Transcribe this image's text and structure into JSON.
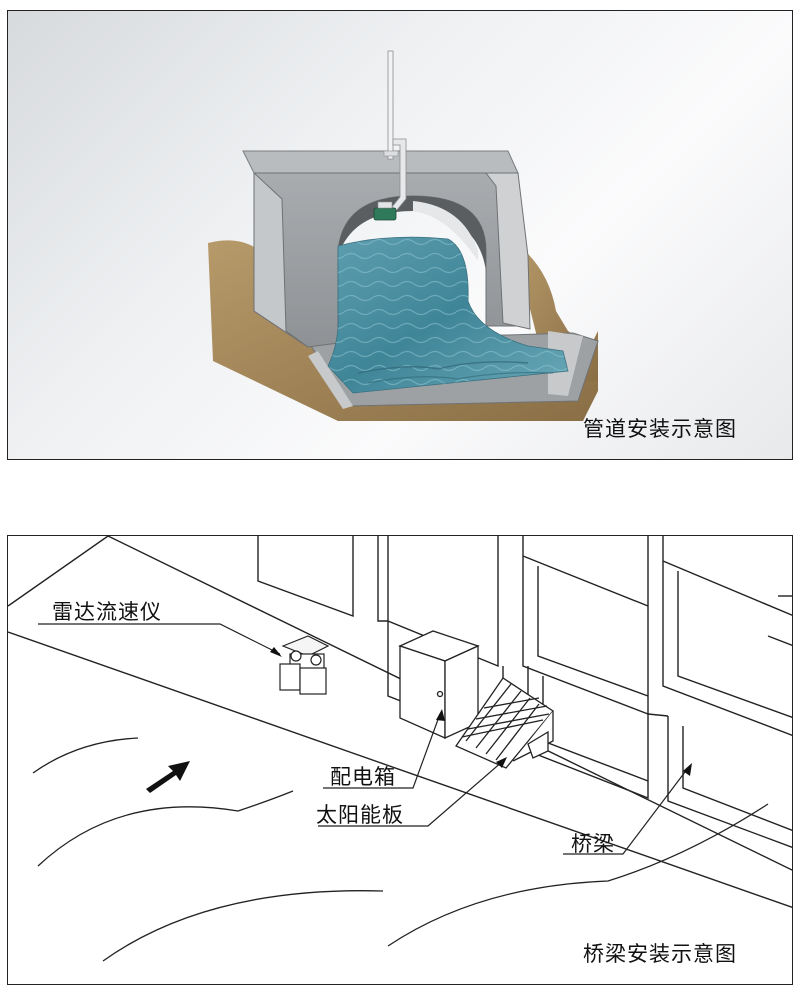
{
  "top_panel": {
    "caption": "管道安装示意图"
  },
  "bottom_panel": {
    "caption": "桥梁安装示意图",
    "labels": {
      "radar": "雷达流速仪",
      "distribution_box": "配电箱",
      "solar_panel": "太阳能板",
      "bridge": "桥梁"
    }
  }
}
